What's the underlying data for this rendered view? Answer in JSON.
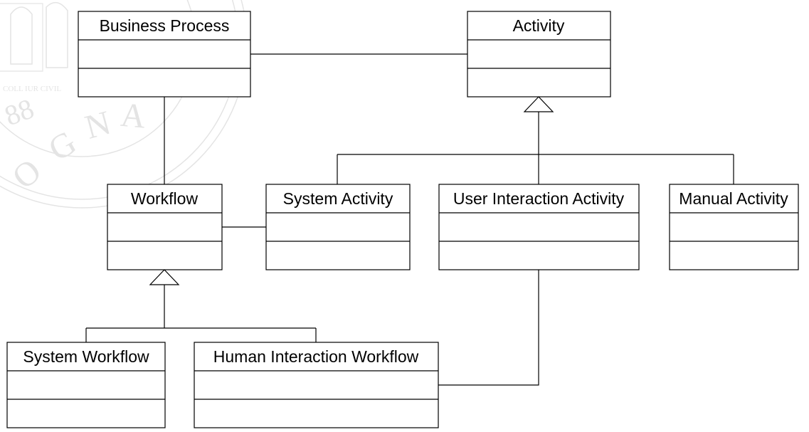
{
  "diagram": {
    "type": "uml-class-diagram",
    "classes": [
      {
        "id": "business-process",
        "name": "Business Process"
      },
      {
        "id": "activity",
        "name": "Activity"
      },
      {
        "id": "workflow",
        "name": "Workflow"
      },
      {
        "id": "system-activity",
        "name": "System Activity"
      },
      {
        "id": "user-interaction-activity",
        "name": "User Interaction Activity"
      },
      {
        "id": "manual-activity",
        "name": "Manual Activity"
      },
      {
        "id": "system-workflow",
        "name": "System Workflow"
      },
      {
        "id": "human-interaction-workflow",
        "name": "Human Interaction Workflow"
      }
    ],
    "associations": [
      {
        "from": "business-process",
        "to": "activity"
      },
      {
        "from": "business-process",
        "to": "workflow"
      },
      {
        "from": "workflow",
        "to": "system-activity"
      },
      {
        "from": "user-interaction-activity",
        "to": "human-interaction-workflow"
      }
    ],
    "generalizations": [
      {
        "parent": "activity",
        "children": [
          "system-activity",
          "user-interaction-activity",
          "manual-activity"
        ]
      },
      {
        "parent": "workflow",
        "children": [
          "system-workflow",
          "human-interaction-workflow"
        ]
      }
    ]
  },
  "watermark": {
    "text": "COLL IUR CIVIL",
    "letters": [
      "O",
      "G",
      "N",
      "A"
    ],
    "numerals": "88",
    "color": "#e4e4e4"
  }
}
